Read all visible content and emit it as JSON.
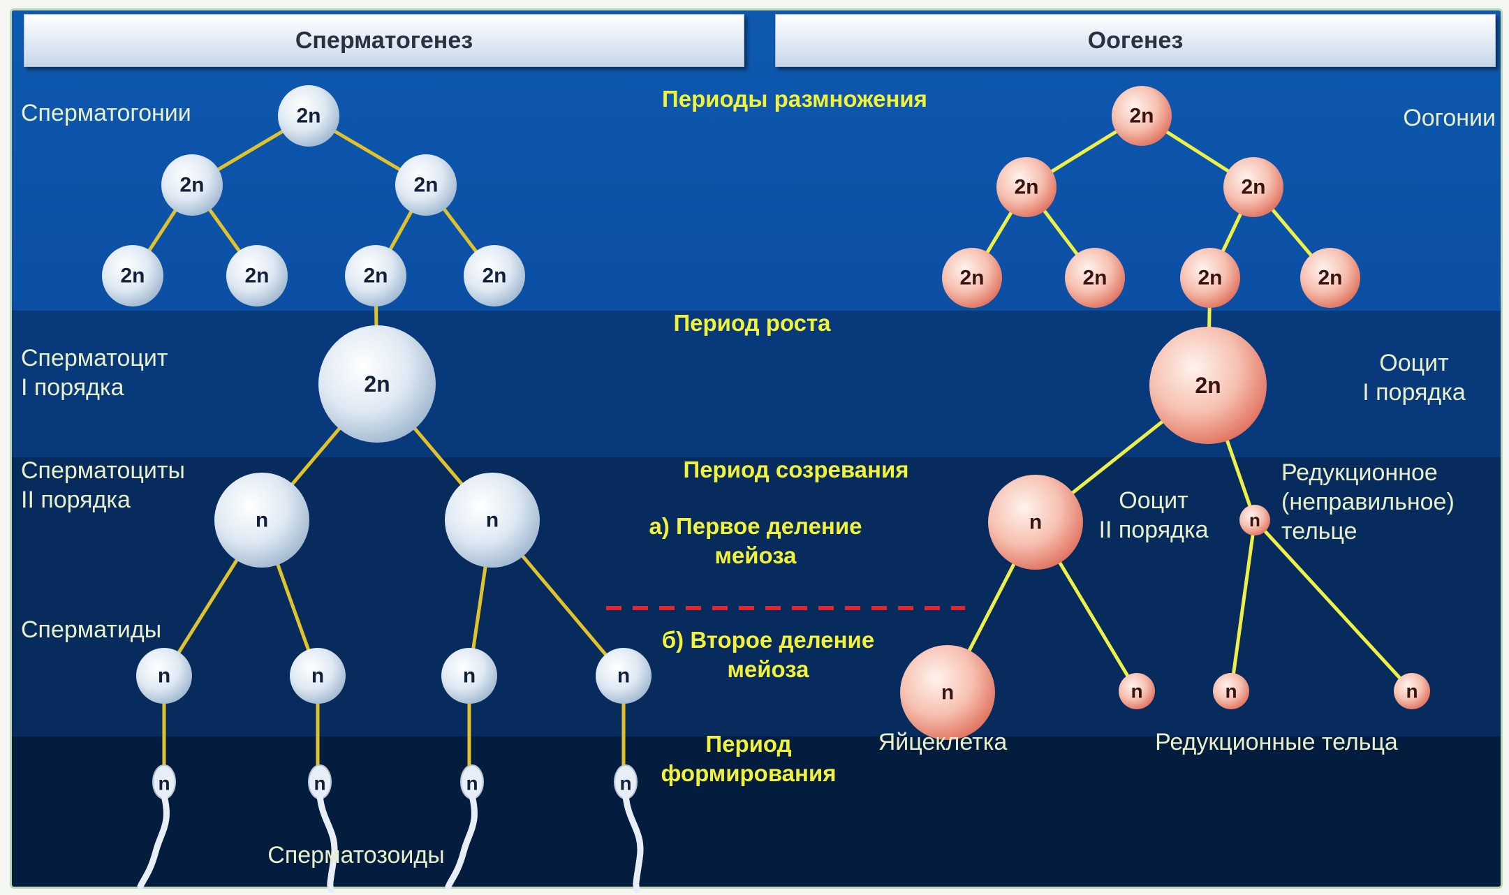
{
  "headers": {
    "left": "Сперматогенез",
    "right": "Оогенез"
  },
  "periods": {
    "reproduction": "Периоды размножения",
    "growth": "Период роста",
    "maturation": "Период созревания",
    "first_division": [
      "а) Первое деление",
      "мейоза"
    ],
    "second_division": [
      "б) Второе деление",
      "мейоза"
    ],
    "formation": [
      "Период",
      "формирования"
    ]
  },
  "left_labels": {
    "spermatogonia": "Сперматогонии",
    "spermatocyte_1": [
      "Сперматоцит",
      "I порядка"
    ],
    "spermatocytes_2": [
      "Сперматоциты",
      "II порядка"
    ],
    "spermatids": "Сперматиды",
    "spermatozoa": "Сперматозоиды"
  },
  "right_labels": {
    "oogonia": "Оогонии",
    "oocyte_1": [
      "Ооцит",
      "I порядка"
    ],
    "oocyte_2": [
      "Ооцит",
      "II порядка"
    ],
    "reduction_body": [
      "Редукционное",
      "(неправильное)",
      "тельце"
    ],
    "egg": "Яйцеклетка",
    "reduction_bodies": "Редукционные  тельца"
  },
  "ploidy": {
    "diploid": "2n",
    "haploid": "n"
  },
  "colors": {
    "male_cell": "#dfe9f3",
    "female_cell": "#f6c0b0",
    "male_line": "#e0c32c",
    "female_line": "#eef04a",
    "divider": "#e0262e",
    "period_text": "#f2f23a",
    "stage_text": "#e7f0c8"
  }
}
